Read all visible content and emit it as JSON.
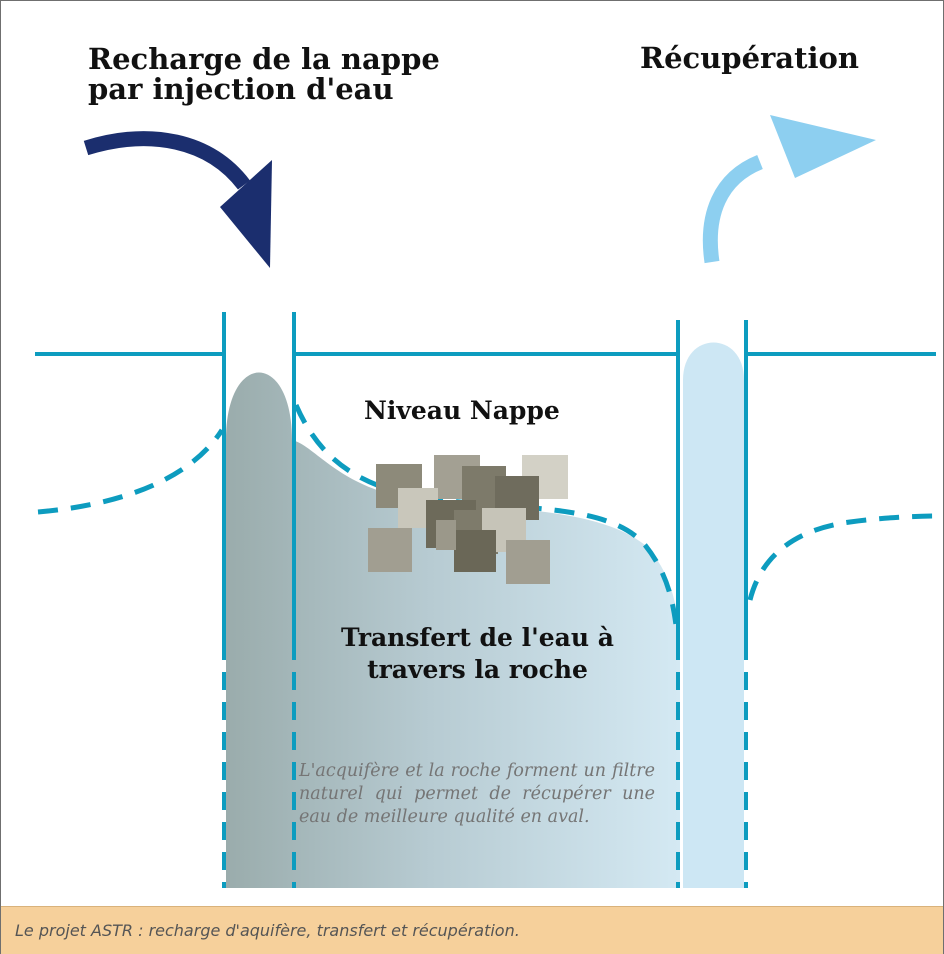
{
  "labels": {
    "recharge_line1": "Recharge de la nappe",
    "recharge_line2": "par injection d'eau",
    "recuperation": "Récupération",
    "niveau_nappe": "Niveau Nappe",
    "transfert_line1": "Transfert de l'eau à",
    "transfert_line2": "travers la roche",
    "note": "L'acquifère et la roche forment un filtre naturel qui permet de récupérer une eau de meilleure qualité en aval."
  },
  "caption": "Le projet ASTR : recharge d'aquifère, transfert et récupération.",
  "colors": {
    "injection_arrow": "#1b2e6e",
    "recovery_arrow": "#8dcff0",
    "well_lines": "#0d9cbf",
    "rock_dark": "#7a7666",
    "rock_light": "#d2d0c4",
    "caption_bg": "#f6d09b"
  },
  "icons": {
    "injection": "curved-arrow-down-icon",
    "recovery": "curved-arrow-up-icon"
  }
}
